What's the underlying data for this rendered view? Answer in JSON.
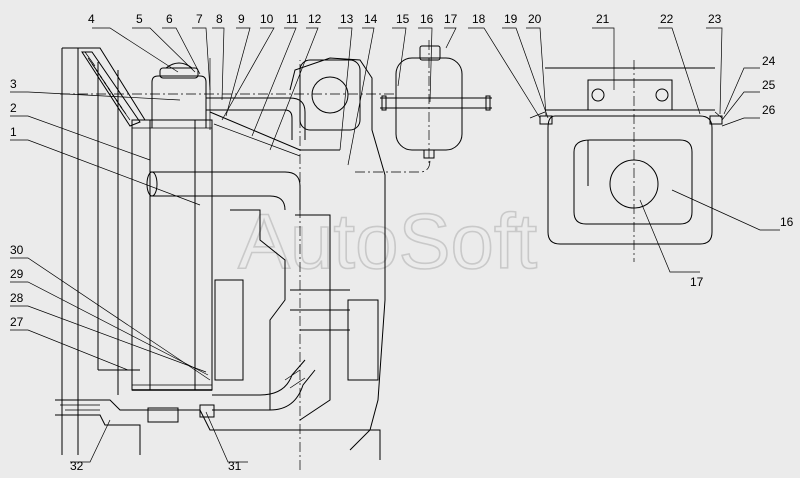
{
  "watermark": "AutoSoft",
  "callouts": [
    {
      "id": "1",
      "label": "1"
    },
    {
      "id": "2",
      "label": "2"
    },
    {
      "id": "3",
      "label": "3"
    },
    {
      "id": "4",
      "label": "4"
    },
    {
      "id": "5",
      "label": "5"
    },
    {
      "id": "6",
      "label": "6"
    },
    {
      "id": "7",
      "label": "7"
    },
    {
      "id": "8",
      "label": "8"
    },
    {
      "id": "9",
      "label": "9"
    },
    {
      "id": "10",
      "label": "10"
    },
    {
      "id": "11",
      "label": "11"
    },
    {
      "id": "12",
      "label": "12"
    },
    {
      "id": "13",
      "label": "13"
    },
    {
      "id": "14",
      "label": "14"
    },
    {
      "id": "15",
      "label": "15"
    },
    {
      "id": "16a",
      "label": "16"
    },
    {
      "id": "17a",
      "label": "17"
    },
    {
      "id": "18",
      "label": "18"
    },
    {
      "id": "19",
      "label": "19"
    },
    {
      "id": "20",
      "label": "20"
    },
    {
      "id": "21",
      "label": "21"
    },
    {
      "id": "22",
      "label": "22"
    },
    {
      "id": "23",
      "label": "23"
    },
    {
      "id": "24",
      "label": "24"
    },
    {
      "id": "25",
      "label": "25"
    },
    {
      "id": "26",
      "label": "26"
    },
    {
      "id": "16b",
      "label": "16"
    },
    {
      "id": "17b",
      "label": "17"
    },
    {
      "id": "27",
      "label": "27"
    },
    {
      "id": "28",
      "label": "28"
    },
    {
      "id": "29",
      "label": "29"
    },
    {
      "id": "30",
      "label": "30"
    },
    {
      "id": "31",
      "label": "31"
    },
    {
      "id": "32",
      "label": "32"
    }
  ]
}
